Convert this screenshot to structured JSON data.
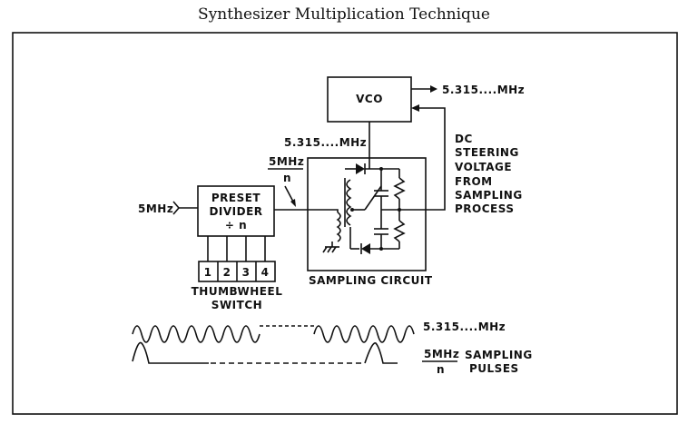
{
  "title": "Synthesizer Multiplication Technique",
  "labels": {
    "vco": "VCO",
    "vco_out": "5.315....MHz",
    "vco_in_freq": "5.315....MHz",
    "input_freq": "5MHz",
    "divided_freq_num": "5MHz",
    "divided_freq_den": "n",
    "preset_divider_1": "PRESET",
    "preset_divider_2": "DIVIDER",
    "preset_divider_3": "÷ n",
    "thumbwheel_digits": [
      "1",
      "2",
      "3",
      "4"
    ],
    "thumbwheel_1": "THUMBWHEEL",
    "thumbwheel_2": "SWITCH",
    "sampling_circuit": "SAMPLING CIRCUIT",
    "dc_steering": [
      "DC",
      "STEERING",
      "VOLTAGE",
      "FROM",
      "SAMPLING",
      "PROCESS"
    ],
    "wave_freq": "5.315....MHz",
    "pulse_num": "5MHz",
    "pulse_den": "n",
    "pulse_label_1": "SAMPLING",
    "pulse_label_2": "PULSES"
  }
}
